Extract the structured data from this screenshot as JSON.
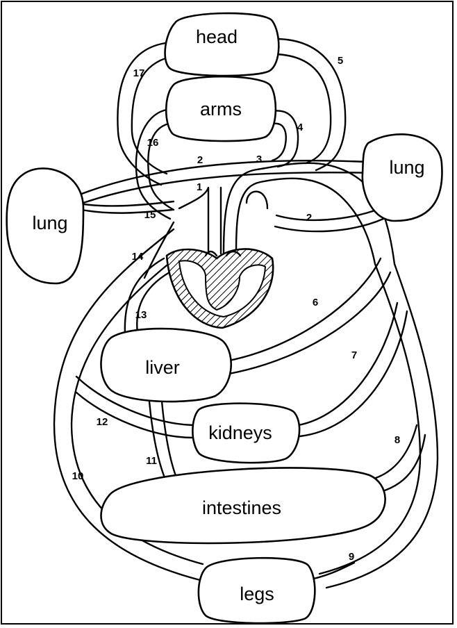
{
  "organs": {
    "head": "head",
    "arms": "arms",
    "lung_right": "lung",
    "lung_left": "lung",
    "liver": "liver",
    "kidneys": "kidneys",
    "intestines": "intestines",
    "legs": "legs"
  },
  "vessel_numbers": [
    "1",
    "2",
    "2",
    "3",
    "4",
    "5",
    "6",
    "7",
    "8",
    "9",
    "10",
    "11",
    "12",
    "13",
    "14",
    "15",
    "16",
    "17"
  ],
  "colors": {
    "ink": "#000000",
    "paper": "#ffffff"
  }
}
